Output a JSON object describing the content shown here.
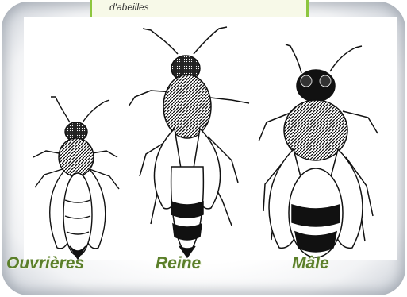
{
  "note": {
    "text": "d'abeilles"
  },
  "captions": {
    "worker": "Ouvrières",
    "queen": "Reine",
    "drone": "Mâle"
  },
  "colors": {
    "caption_green": "#5b7f2a",
    "note_border": "#8dc63f"
  },
  "illustration": {
    "figures": [
      "worker-bee",
      "queen-bee",
      "drone-bee"
    ]
  }
}
